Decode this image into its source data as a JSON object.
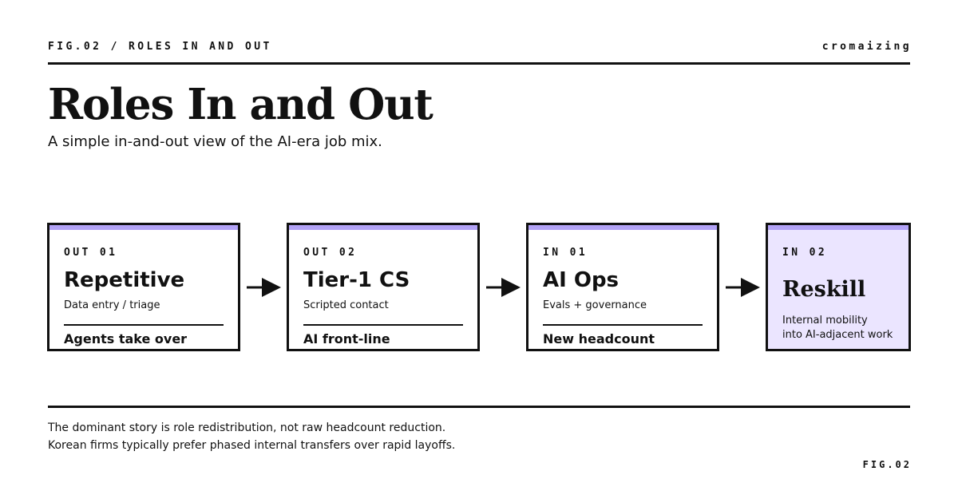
{
  "header": {
    "figure_label": "FIG.02 / ROLES IN AND OUT",
    "brand": "cromaizing"
  },
  "title": "Roles In and Out",
  "subtitle": "A simple in-and-out view of the AI-era job mix.",
  "colors": {
    "accent": "#b3a3f7",
    "highlight_bg": "#ebe5ff",
    "ink": "#111111"
  },
  "cards": [
    {
      "tag": "OUT 01",
      "name": "Repetitive",
      "desc": "Data entry / triage",
      "outcome": "Agents take over"
    },
    {
      "tag": "OUT 02",
      "name": "Tier-1 CS",
      "desc": "Scripted contact",
      "outcome": "AI front-line"
    },
    {
      "tag": "IN 01",
      "name": "AI Ops",
      "desc": "Evals + governance",
      "outcome": "New headcount"
    },
    {
      "tag": "IN 02",
      "name": "Reskill",
      "desc_lines": [
        "Internal mobility",
        "into AI-adjacent work"
      ]
    }
  ],
  "arrows": [
    "arrow-right-icon",
    "arrow-right-icon",
    "arrow-right-icon"
  ],
  "footer": {
    "lines": [
      "The dominant story is role redistribution, not raw headcount reduction.",
      "Korean firms typically prefer phased internal transfers over rapid layoffs."
    ],
    "fig": "FIG.02"
  }
}
